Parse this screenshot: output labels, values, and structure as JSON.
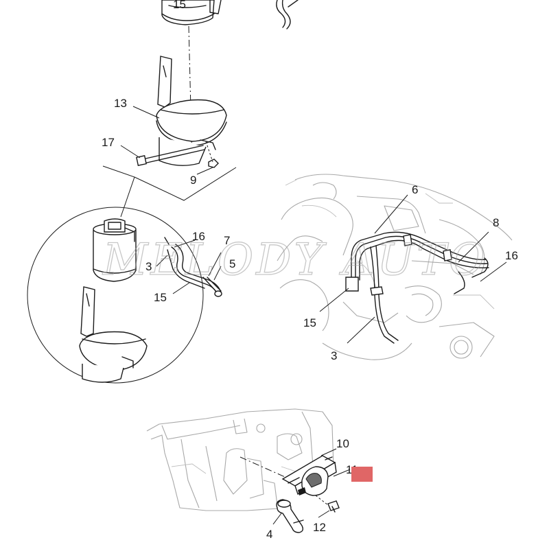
{
  "callouts": {
    "top_filter": "15",
    "top_bracket": "13",
    "top_bolt": "17",
    "top_nut": "9",
    "detail_16": "16",
    "detail_7": "7",
    "detail_3": "3",
    "detail_5": "5",
    "detail_15": "15",
    "engine_6": "6",
    "engine_8": "8",
    "engine_16": "16",
    "engine_15": "15",
    "engine_3": "3",
    "lower_10": "10",
    "lower_11": "11",
    "lower_4": "4",
    "lower_12": "12"
  },
  "watermark": "MELODY AUTO",
  "colors": {
    "line": "#1a1a1a",
    "ghost": "#a8a8a8",
    "marker": "#e06666"
  }
}
